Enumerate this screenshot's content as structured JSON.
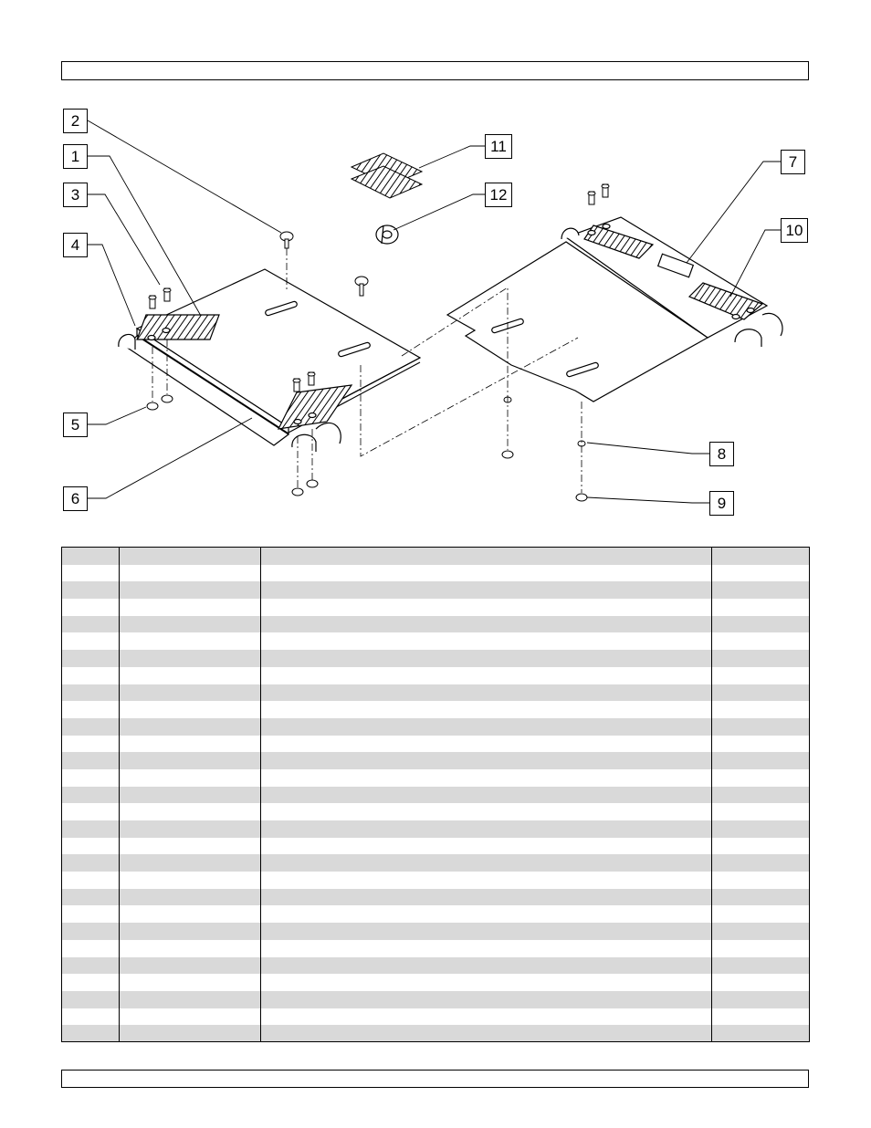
{
  "callouts": [
    "1",
    "2",
    "3",
    "4",
    "5",
    "6",
    "7",
    "8",
    "9",
    "10",
    "11",
    "12"
  ],
  "parts_table": {
    "columns": [
      "",
      "",
      "",
      ""
    ],
    "rows": [
      [
        "",
        "",
        "",
        ""
      ],
      [
        "",
        "",
        "",
        ""
      ],
      [
        "",
        "",
        "",
        ""
      ],
      [
        "",
        "",
        "",
        ""
      ],
      [
        "",
        "",
        "",
        ""
      ],
      [
        "",
        "",
        "",
        ""
      ],
      [
        "",
        "",
        "",
        ""
      ],
      [
        "",
        "",
        "",
        ""
      ],
      [
        "",
        "",
        "",
        ""
      ],
      [
        "",
        "",
        "",
        ""
      ],
      [
        "",
        "",
        "",
        ""
      ],
      [
        "",
        "",
        "",
        ""
      ],
      [
        "",
        "",
        "",
        ""
      ],
      [
        "",
        "",
        "",
        ""
      ],
      [
        "",
        "",
        "",
        ""
      ],
      [
        "",
        "",
        "",
        ""
      ],
      [
        "",
        "",
        "",
        ""
      ],
      [
        "",
        "",
        "",
        ""
      ],
      [
        "",
        "",
        "",
        ""
      ],
      [
        "",
        "",
        "",
        ""
      ],
      [
        "",
        "",
        "",
        ""
      ],
      [
        "",
        "",
        "",
        ""
      ],
      [
        "",
        "",
        "",
        ""
      ],
      [
        "",
        "",
        "",
        ""
      ],
      [
        "",
        "",
        "",
        ""
      ],
      [
        "",
        "",
        "",
        ""
      ],
      [
        "",
        "",
        "",
        ""
      ],
      [
        "",
        "",
        "",
        ""
      ],
      [
        "",
        "",
        "",
        ""
      ]
    ]
  },
  "colors": {
    "row_shade": "#d9d9d9",
    "line": "#000000"
  }
}
